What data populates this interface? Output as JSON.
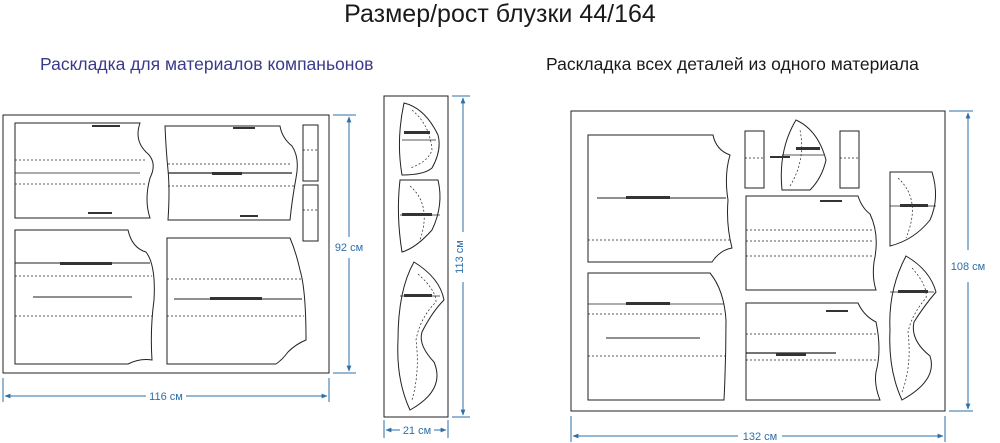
{
  "title": "Размер/рост блузки 44/164",
  "layouts": {
    "companion": {
      "caption": "Раскладка для материалов компаньонов",
      "main_width": "116 см",
      "main_height": "92 см",
      "strip_width": "21 см",
      "strip_height": "113 см"
    },
    "single": {
      "caption": "Раскладка всех деталей из одного материала",
      "width": "132 см",
      "height": "108 см"
    }
  },
  "colors": {
    "dimension": "#2e6fa8",
    "outline": "#222222",
    "caption_left": "#3a3a8c"
  }
}
